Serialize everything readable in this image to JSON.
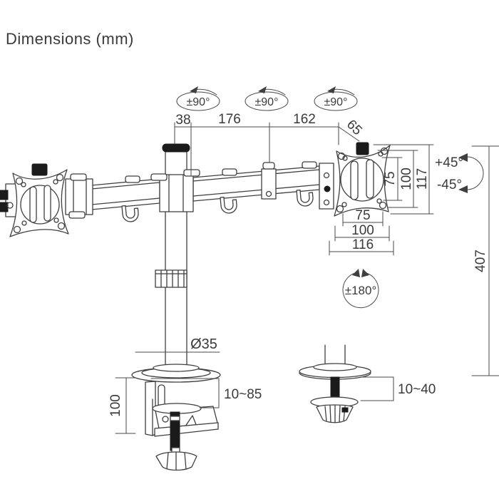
{
  "title": "Dimensions (mm)",
  "rotation_annotations": {
    "swivel_joint_1": "±90°",
    "swivel_joint_2": "±90°",
    "swivel_joint_3": "±90°",
    "tilt_up": "+45°",
    "tilt_down": "-45°",
    "screen_rotation": "±180°"
  },
  "dimensions_mm": {
    "pole_to_first_joint": "38",
    "inner_arm_length": "176",
    "outer_arm_length": "162",
    "head_offset": "65",
    "vesa_vertical_75": "75",
    "vesa_vertical_100": "100",
    "plate_height_117": "117",
    "vesa_horizontal_75": "75",
    "vesa_horizontal_100": "100",
    "plate_width_116": "116",
    "column_height_407": "407",
    "pole_diameter": "Ø35",
    "clamp_body_height": "100",
    "clamp_desk_thickness_range": "10~85",
    "grommet_desk_thickness_range": "10~40"
  },
  "colors": {
    "line": "#3f3f3f",
    "solid_black": "#1b1b1b",
    "text": "#3a3a3a",
    "background": "#ffffff"
  }
}
